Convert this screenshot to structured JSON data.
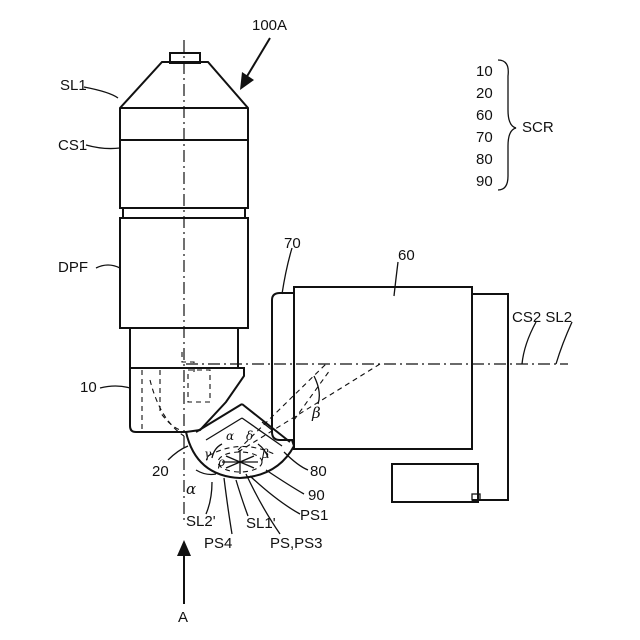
{
  "figure": {
    "device_ref": "100A",
    "view_label": "A",
    "scr_list": [
      "10",
      "20",
      "60",
      "70",
      "80",
      "90"
    ],
    "scr_label": "SCR"
  },
  "labels": {
    "sl1": "SL1",
    "cs1": "CS1",
    "dpf": "DPF",
    "ref10": "10",
    "ref20": "20",
    "ref70": "70",
    "ref60": "60",
    "cs2_sl2": "CS2 SL2",
    "ref80": "80",
    "ref90": "90",
    "ps1": "PS1",
    "sl2p": "SL2'",
    "sl1p": "SL1'",
    "ps4": "PS4",
    "ps_ps3": "PS,PS3"
  },
  "angles": {
    "alpha": "α",
    "alpha_inner": "α",
    "delta": "δ",
    "gamma": "γ",
    "beta": "β",
    "beta_upper": "β",
    "rho": "ρ"
  }
}
